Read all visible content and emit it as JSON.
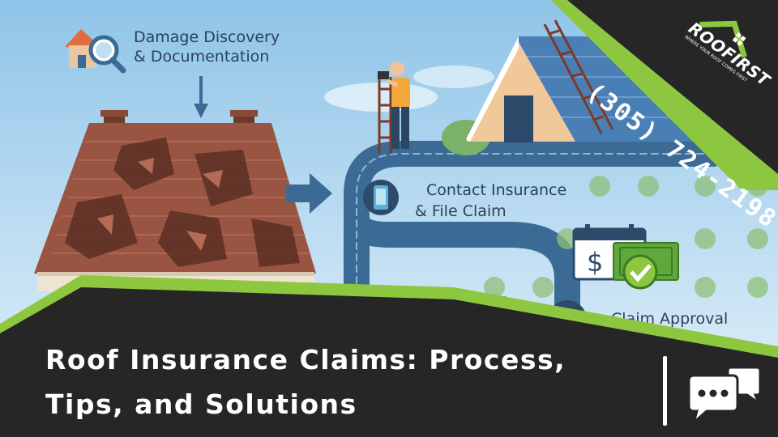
{
  "steps": {
    "discovery_line1": "Damage Discovery",
    "discovery_line2": "& Documentation",
    "contact_line1": "Contact Insurance",
    "contact_line2": "& File Claim",
    "approval": "Claim Approval"
  },
  "headline": {
    "line1": "Roof Insurance Claims: Process,",
    "line2": "Tips, and Solutions"
  },
  "brand": {
    "phone": "(305) 724-2198",
    "logo_text": "ROOFIRST",
    "tagline": "WHERE YOUR ROOF COMES FIRST"
  },
  "colors": {
    "accent_green": "#8dc63f",
    "banner_dark": "#262626",
    "sky": "#cfe8f5",
    "path_blue": "#3b6b94"
  },
  "icons": [
    "house-search-icon",
    "phone-icon",
    "dollar-bill-icon",
    "check-bill-icon",
    "chat-bubbles-icon"
  ]
}
